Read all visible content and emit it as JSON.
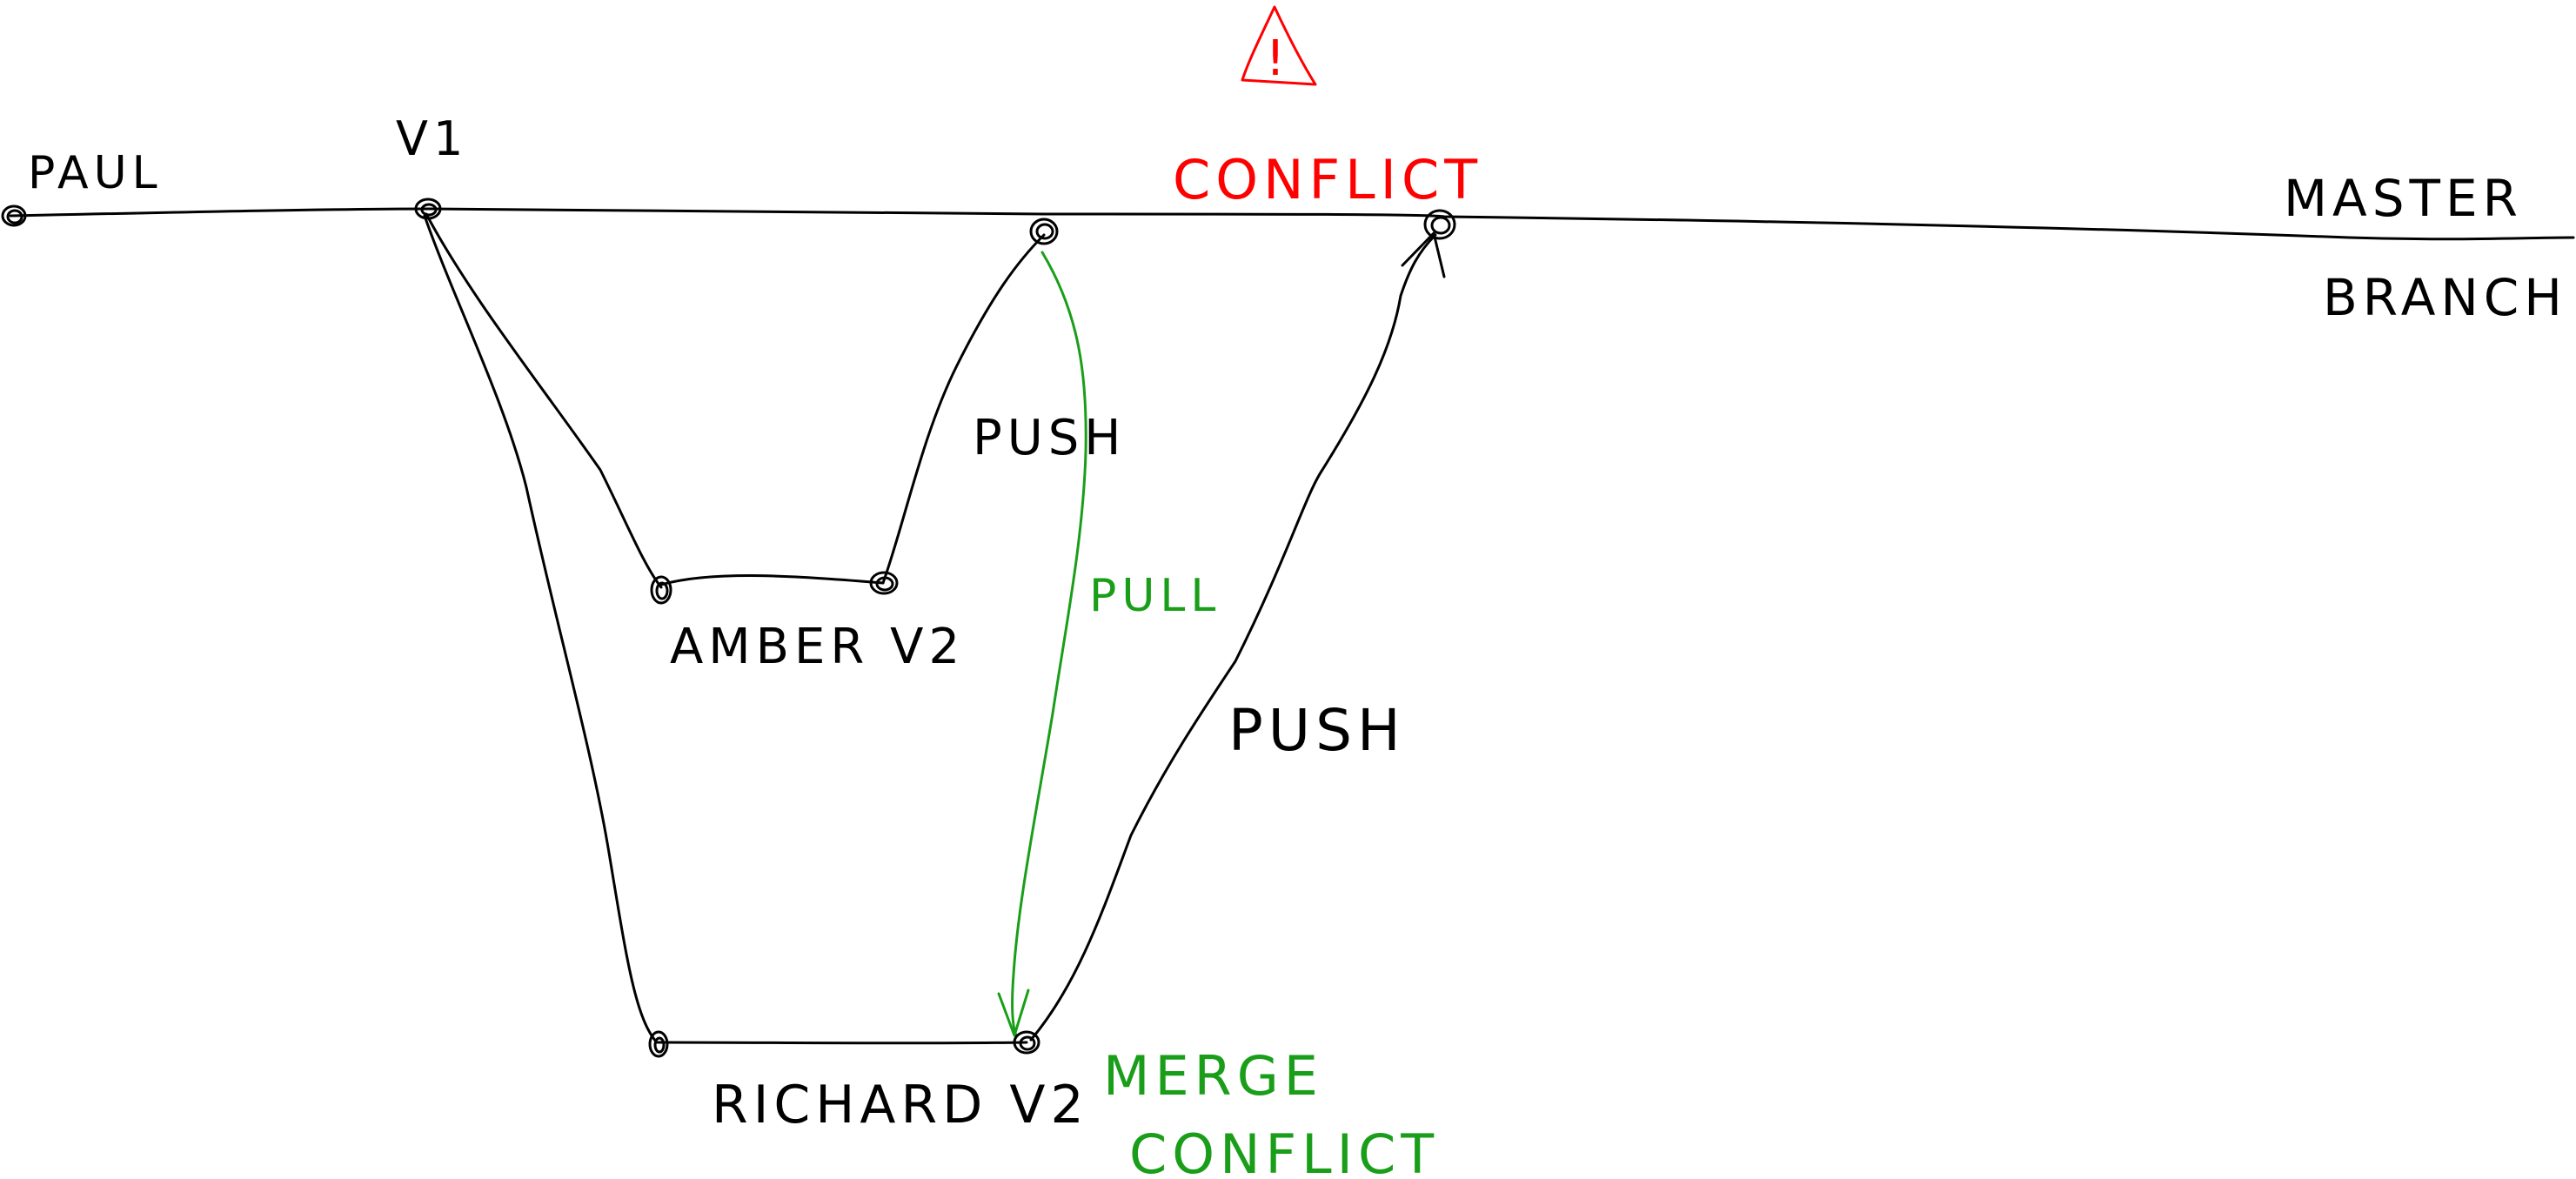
{
  "colors": {
    "ink": "#000000",
    "conflict": "#ff0000",
    "pull": "#1a9e1a",
    "background": "#ffffff"
  },
  "branch": {
    "label_line1": "MASTER",
    "label_line2": "BRANCH"
  },
  "nodes": {
    "paul": "PAUL",
    "v1": "V1",
    "amber": "AMBER V2",
    "richard": "RICHARD V2"
  },
  "edges": {
    "amber_push": "PUSH",
    "pull": "PULL",
    "richard_push": "PUSH"
  },
  "alerts": {
    "warning_icon": "warning-triangle-icon",
    "warning_glyph": "!",
    "conflict": "CONFLICT",
    "merge_line1": "MERGE",
    "merge_line2": "CONFLICT"
  }
}
